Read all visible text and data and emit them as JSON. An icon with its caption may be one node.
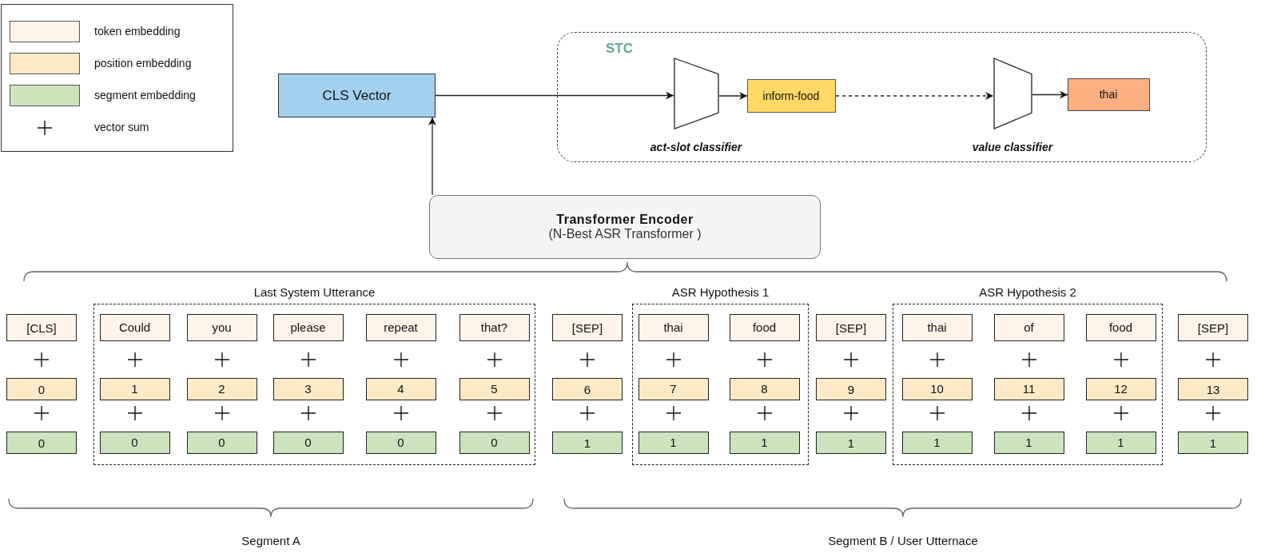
{
  "diagram": {
    "nodes": [
      {
        "text": [
          "STC"
        ]
      },
      {
        "text": [
          "CLS Vector"
        ]
      },
      {
        "text": [],
        "shape": "trapezoid",
        "in": 0,
        "beside": [
          "act-slot classifier"
        ]
      },
      {
        "text": [
          "inform-food"
        ],
        "in": 0
      },
      {
        "text": [],
        "shape": "trapezoid",
        "in": 0,
        "beside": [
          "value classifier"
        ]
      },
      {
        "text": [
          "thai"
        ],
        "in": 0
      },
      {
        "text": [
          "Transformer Encoder",
          "(N-Best ASR Transformer )"
        ]
      },
      {
        "text": [
          "Last System Utterance"
        ]
      },
      {
        "text": [
          "ASR Hypothesis 1"
        ]
      },
      {
        "text": [
          "ASR Hypothesis 2"
        ]
      },
      {
        "text": [
          "[CLS]"
        ]
      },
      {
        "text": [
          "0"
        ]
      },
      {
        "text": [
          "0"
        ]
      },
      {
        "text": [
          "Could"
        ],
        "in": 7
      },
      {
        "text": [
          "1"
        ],
        "in": 7
      },
      {
        "text": [
          "0"
        ],
        "in": 7
      },
      {
        "text": [
          "you"
        ],
        "in": 7
      },
      {
        "text": [
          "2"
        ],
        "in": 7
      },
      {
        "text": [
          "0"
        ],
        "in": 7
      },
      {
        "text": [
          "please"
        ],
        "in": 7
      },
      {
        "text": [
          "3"
        ],
        "in": 7
      },
      {
        "text": [
          "0"
        ],
        "in": 7
      },
      {
        "text": [
          "repeat"
        ],
        "in": 7
      },
      {
        "text": [
          "4"
        ],
        "in": 7
      },
      {
        "text": [
          "0"
        ],
        "in": 7
      },
      {
        "text": [
          "that?"
        ],
        "in": 7
      },
      {
        "text": [
          "5"
        ],
        "in": 7
      },
      {
        "text": [
          "0"
        ],
        "in": 7
      },
      {
        "text": [
          "[SEP]"
        ]
      },
      {
        "text": [
          "6"
        ]
      },
      {
        "text": [
          "1"
        ]
      },
      {
        "text": [
          "thai"
        ],
        "in": 8
      },
      {
        "text": [
          "7"
        ],
        "in": 8
      },
      {
        "text": [
          "1"
        ],
        "in": 8
      },
      {
        "text": [
          "food"
        ],
        "in": 8
      },
      {
        "text": [
          "8"
        ],
        "in": 8
      },
      {
        "text": [
          "1"
        ],
        "in": 8
      },
      {
        "text": [
          "[SEP]"
        ]
      },
      {
        "text": [
          "9"
        ]
      },
      {
        "text": [
          "1"
        ]
      },
      {
        "text": [
          "thai"
        ],
        "in": 9
      },
      {
        "text": [
          "10"
        ],
        "in": 9
      },
      {
        "text": [
          "1"
        ],
        "in": 9
      },
      {
        "text": [
          "of"
        ],
        "in": 9
      },
      {
        "text": [
          "11"
        ],
        "in": 9
      },
      {
        "text": [
          "1"
        ],
        "in": 9
      },
      {
        "text": [
          "food"
        ],
        "in": 9
      },
      {
        "text": [
          "12"
        ],
        "in": 9
      },
      {
        "text": [
          "1"
        ],
        "in": 9
      },
      {
        "text": [
          "[SEP]"
        ]
      },
      {
        "text": [
          "13"
        ]
      },
      {
        "text": [
          "1"
        ]
      }
    ],
    "edges": [
      {
        "from": 6,
        "to": 1,
        "arrow": "to"
      },
      {
        "from": 1,
        "to": 2,
        "arrow": "to"
      },
      {
        "from": 2,
        "to": 3,
        "arrow": "to"
      },
      {
        "from": 3,
        "to": 4,
        "arrow": "to",
        "style": "dashed"
      },
      {
        "from": 4,
        "to": 5,
        "arrow": "to"
      }
    ],
    "labels": [
      "Segment A",
      "Segment B / User Utternace"
    ],
    "legend": [
      {
        "text": "token embedding",
        "color": "#fef4ea"
      },
      {
        "text": "position embedding",
        "color": "#fde9c6"
      },
      {
        "text": "segment embedding",
        "color": "#cbe4be"
      },
      {
        "text": "vector sum"
      }
    ]
  }
}
